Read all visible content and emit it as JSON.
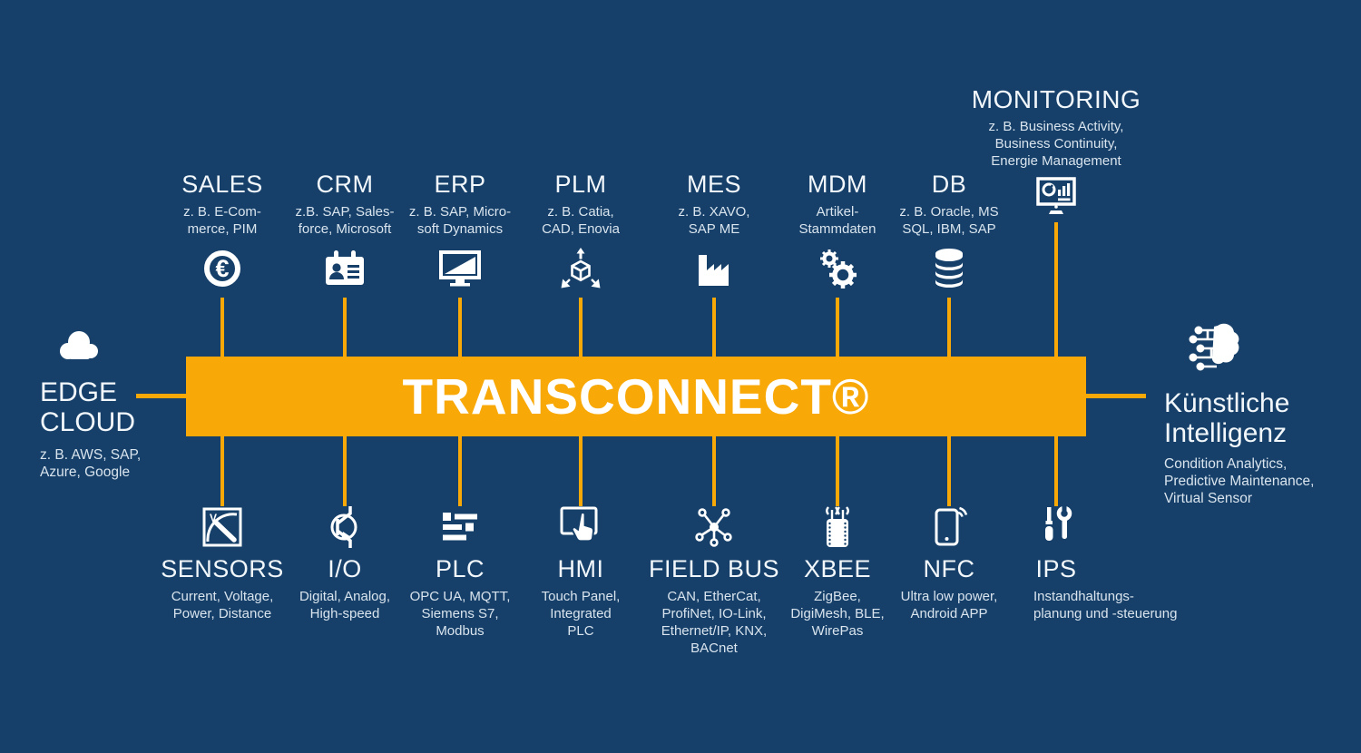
{
  "colors": {
    "background": "#164069",
    "accent": "#F8A908",
    "title_text": "#F2F7FB",
    "subtitle_text": "#D9E4EE",
    "icon_color": "#FFFFFF"
  },
  "center_bar": {
    "label": "TRANSCONNECT®"
  },
  "left_node": {
    "title": "EDGE\nCLOUD",
    "subtitle": "z. B. AWS, SAP,\nAzure, Google",
    "icon": "cloud-icon"
  },
  "right_node": {
    "title": "Künstliche\nIntelligenz",
    "subtitle": "Condition Analytics,\nPredictive Maintenance,\nVirtual Sensor",
    "icon": "ai-brain-icon"
  },
  "top_items": [
    {
      "title": "SALES",
      "subtitle": "z. B. E-Com-\nmerce, PIM",
      "icon": "ecommerce-icon"
    },
    {
      "title": "CRM",
      "subtitle": "z.B. SAP, Sales-\nforce, Microsoft",
      "icon": "contact-card-icon"
    },
    {
      "title": "ERP",
      "subtitle": "z. B. SAP, Micro-\nsoft Dynamics",
      "icon": "monitor-icon"
    },
    {
      "title": "PLM",
      "subtitle": "z. B. Catia,\nCAD, Enovia",
      "icon": "cube-3d-icon"
    },
    {
      "title": "MES",
      "subtitle": "z. B. XAVO,\nSAP ME",
      "icon": "factory-icon"
    },
    {
      "title": "MDM",
      "subtitle": "Artikel-\nStammdaten",
      "icon": "gears-icon"
    },
    {
      "title": "DB",
      "subtitle": "z. B. Oracle, MS\nSQL, IBM, SAP",
      "icon": "database-icon"
    },
    {
      "title": "MONITORING",
      "subtitle": "z. B. Business Activity,\nBusiness Continuity,\nEnergie Management",
      "icon": "dashboard-monitor-icon"
    }
  ],
  "bottom_items": [
    {
      "title": "SENSORS",
      "subtitle": "Current, Voltage,\nPower, Distance",
      "icon": "gauge-icon"
    },
    {
      "title": "I/O",
      "subtitle": "Digital, Analog,\nHigh-speed",
      "icon": "transistor-icon"
    },
    {
      "title": "PLC",
      "subtitle": "OPC UA, MQTT,\nSiemens S7,\nModbus",
      "icon": "sliders-icon"
    },
    {
      "title": "HMI",
      "subtitle": "Touch Panel,\nIntegrated\nPLC",
      "icon": "touch-panel-icon"
    },
    {
      "title": "FIELD BUS",
      "subtitle": "CAN, EtherCat,\nProfiNet, IO-Link,\nEthernet/IP, KNX,\nBACnet",
      "icon": "network-icon"
    },
    {
      "title": "XBEE",
      "subtitle": "ZigBee,\nDigiMesh, BLE,\nWirePas",
      "icon": "wireless-module-icon"
    },
    {
      "title": "NFC",
      "subtitle": "Ultra low power,\nAndroid APP",
      "icon": "smartphone-nfc-icon"
    },
    {
      "title": "IPS",
      "subtitle": "Instandhaltungs-\nplanung und -steuerung",
      "icon": "tools-icon"
    }
  ]
}
